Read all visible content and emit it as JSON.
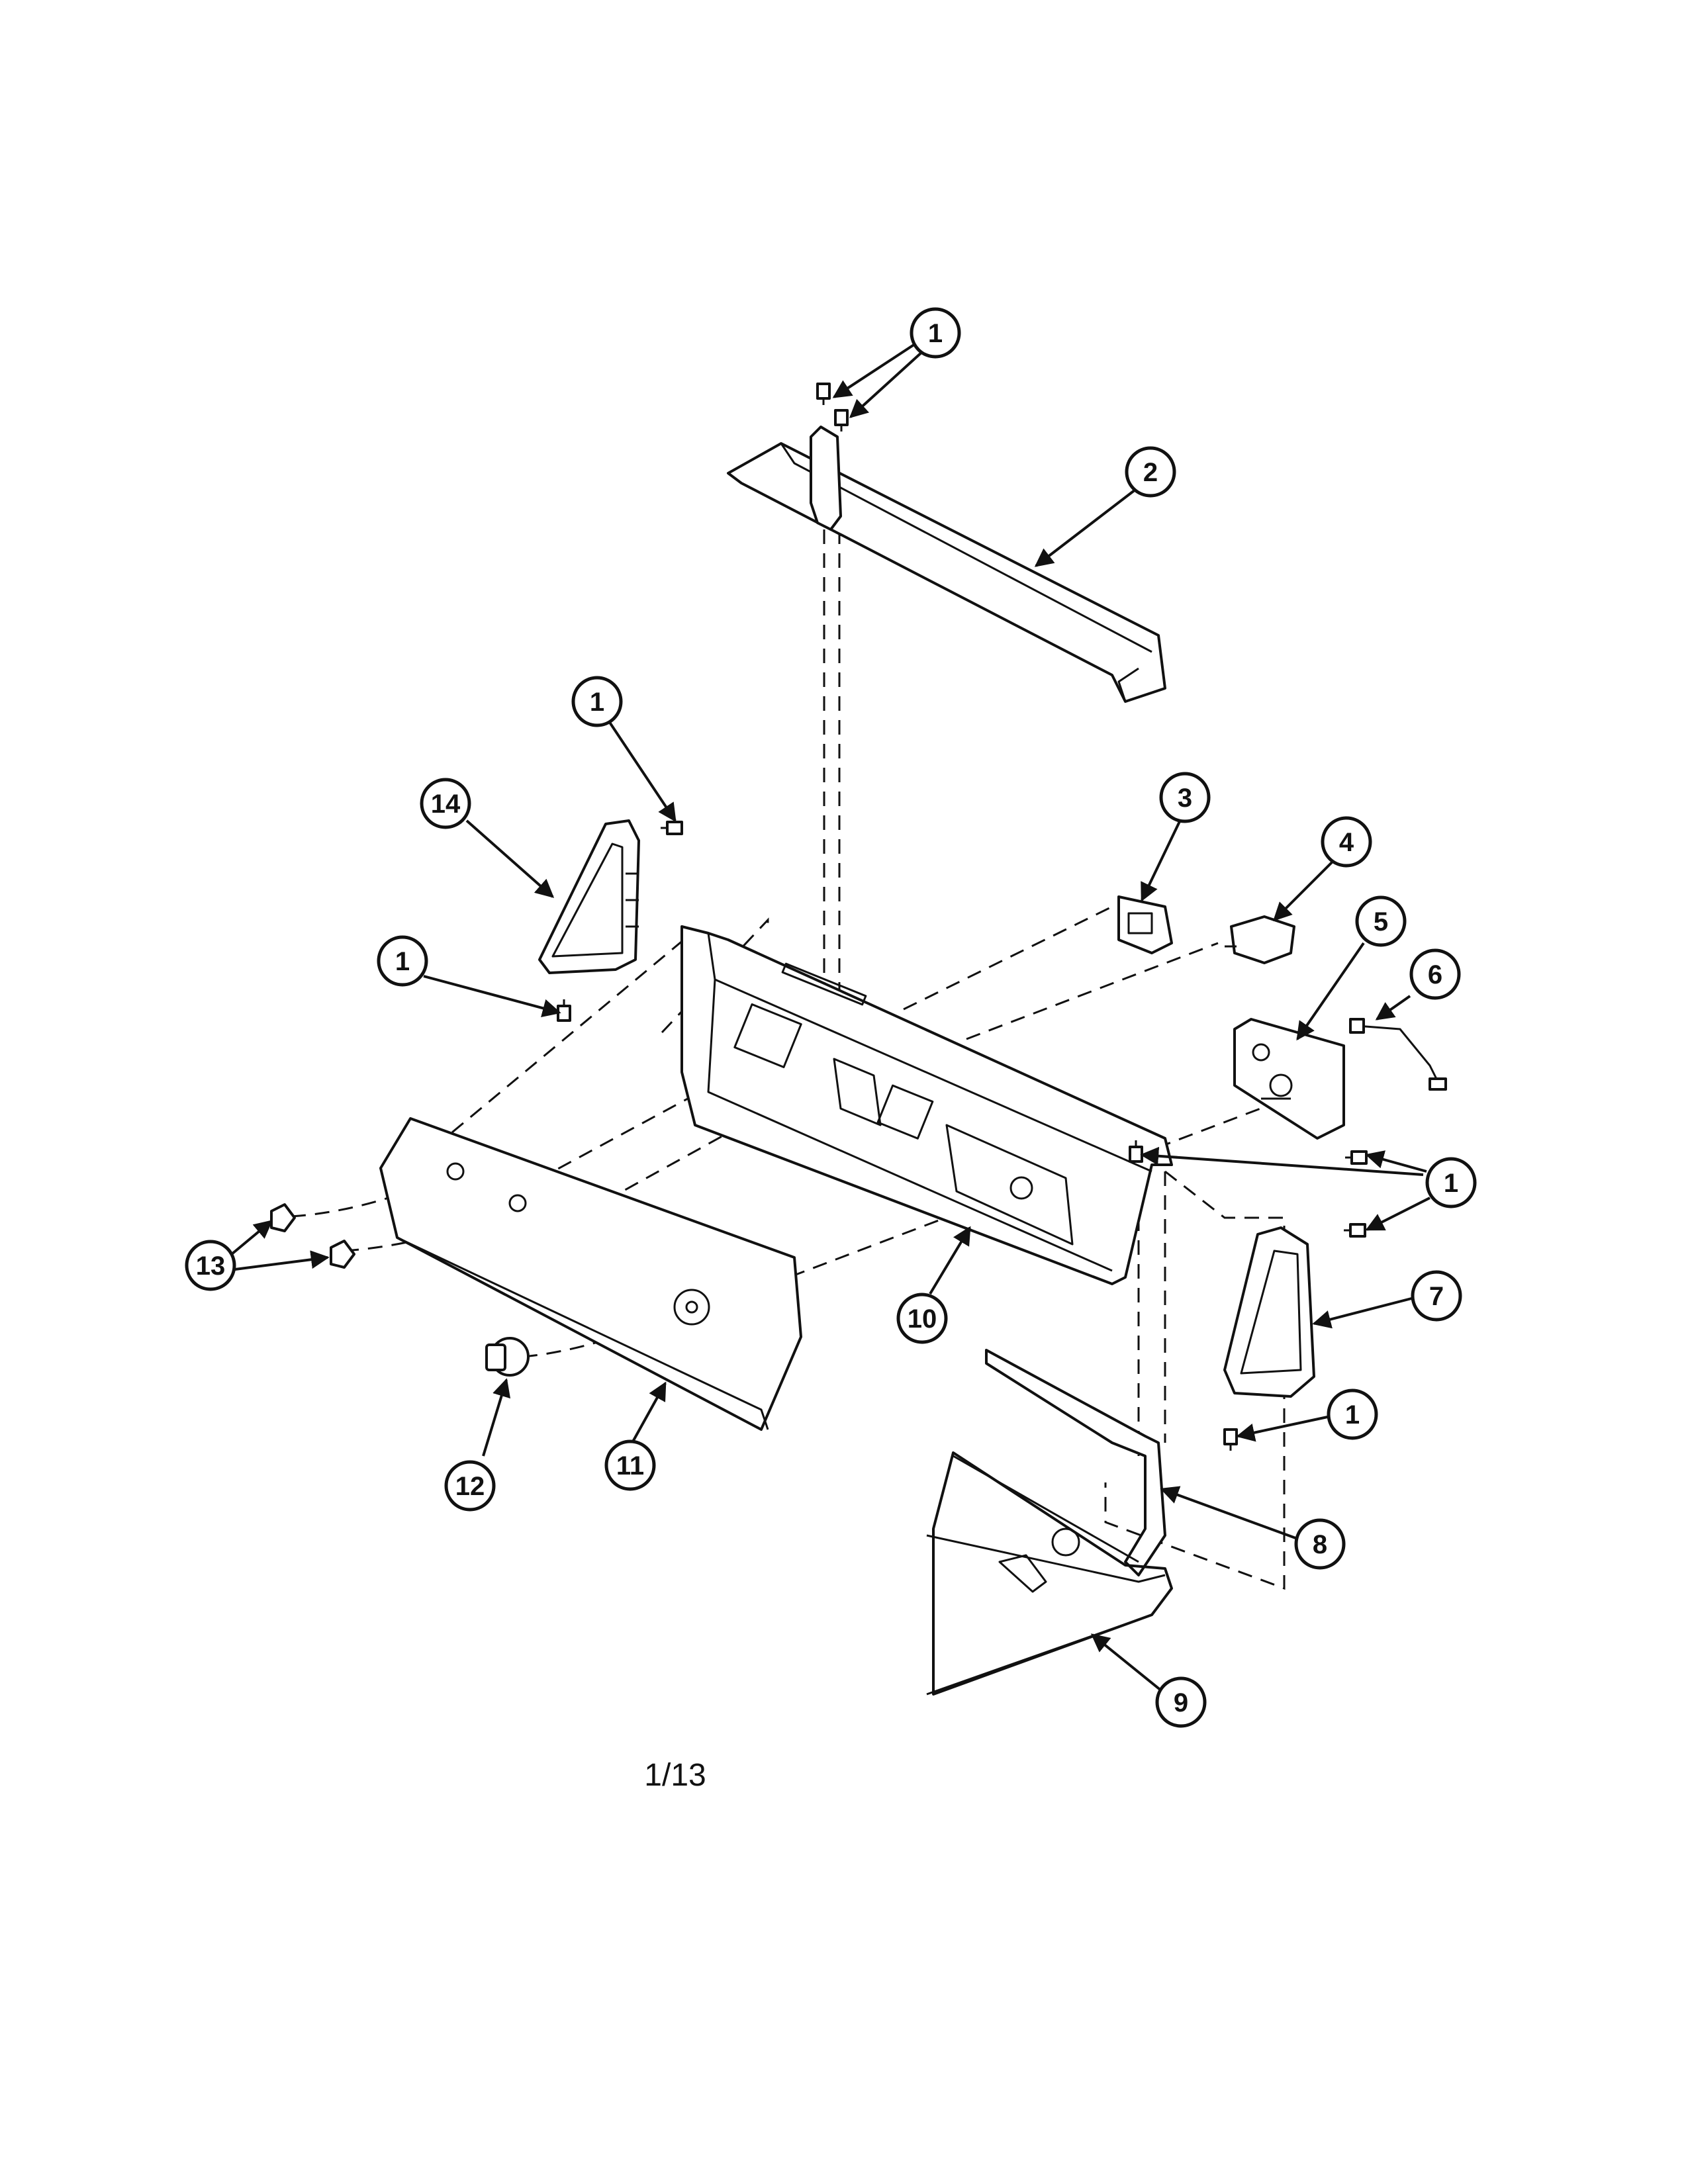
{
  "callouts": {
    "c1a": "1",
    "c1b": "1",
    "c1c": "1",
    "c1d": "1",
    "c1e": "1",
    "c2": "2",
    "c3": "3",
    "c4": "4",
    "c5": "5",
    "c6": "6",
    "c7": "7",
    "c8": "8",
    "c9": "9",
    "c10": "10",
    "c11": "11",
    "c12": "12",
    "c13": "13",
    "c14": "14"
  },
  "page_number": "1/13",
  "colors": {
    "ink": "#111111",
    "paper": "#ffffff"
  }
}
